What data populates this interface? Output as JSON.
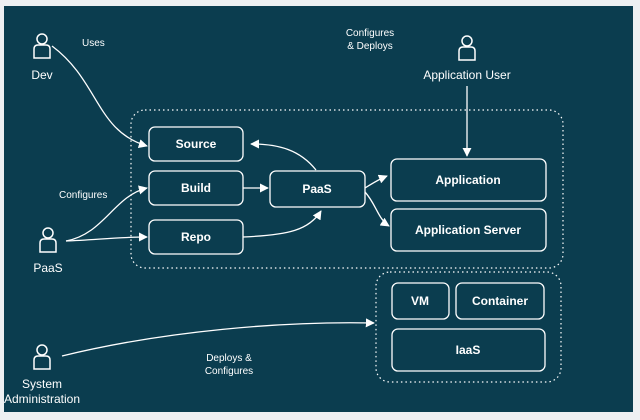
{
  "colors": {
    "background": "#0b3d4f",
    "line": "#ffffff",
    "frame": "#eef0f2"
  },
  "actors": {
    "dev": {
      "label": "Dev",
      "icon": "person-icon"
    },
    "paas_user": {
      "label": "PaaS",
      "icon": "person-icon"
    },
    "app_user": {
      "label": "Application User",
      "icon": "person-icon"
    },
    "sysadmin": {
      "label_line1": "System",
      "label_line2": "Administration",
      "icon": "person-icon"
    }
  },
  "boxes": {
    "source": "Source",
    "build": "Build",
    "repo": "Repo",
    "paas": "PaaS",
    "application": "Application",
    "app_server": "Application Server",
    "vm": "VM",
    "container": "Container",
    "iaas": "IaaS"
  },
  "edges": {
    "uses": "Uses",
    "configures": "Configures",
    "configures_deploys_line1": "Configures",
    "configures_deploys_line2": "& Deploys",
    "deploys_configures_line1": "Deploys &",
    "deploys_configures_line2": "Configures"
  }
}
